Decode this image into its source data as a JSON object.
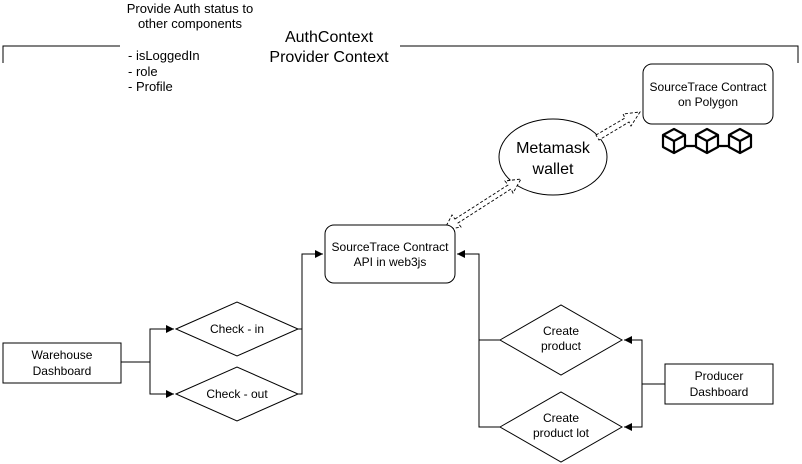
{
  "context": {
    "note_line1": "Provide Auth status to",
    "note_line2": "other components",
    "title_line1": "AuthContext",
    "title_line2": "Provider Context",
    "bullets": [
      "- isLoggedIn",
      "- role",
      "- Profile"
    ]
  },
  "nodes": {
    "contract_polygon": {
      "line1": "SourceTrace Contract",
      "line2": "on Polygon"
    },
    "metamask": {
      "line1": "Metamask",
      "line2": "wallet"
    },
    "contract_api": {
      "line1": "SourceTrace Contract",
      "line2": "API in web3js"
    },
    "warehouse": {
      "line1": "Warehouse",
      "line2": "Dashboard"
    },
    "check_in": {
      "label": "Check - in"
    },
    "check_out": {
      "label": "Check - out"
    },
    "create_product": {
      "line1": "Create",
      "line2": "product"
    },
    "create_product_lot": {
      "line1": "Create",
      "line2": "product lot"
    },
    "producer": {
      "line1": "Producer",
      "line2": "Dashboard"
    }
  },
  "icons": {
    "blockchain": "blockchain-cubes-icon"
  }
}
